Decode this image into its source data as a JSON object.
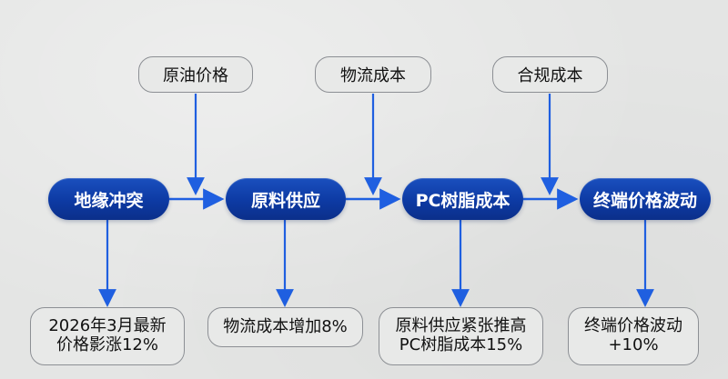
{
  "diagram": {
    "main_nodes": [
      {
        "label": "地缘冲突"
      },
      {
        "label": "原料供应"
      },
      {
        "label": "PC树脂成本"
      },
      {
        "label": "终端价格波动"
      }
    ],
    "inputs": [
      {
        "label": "原油价格"
      },
      {
        "label": "物流成本"
      },
      {
        "label": "合规成本"
      }
    ],
    "outputs": [
      {
        "line1": "2026年3月最新",
        "line2": "价格影涨12%"
      },
      {
        "line1": "物流成本增加8%",
        "line2": ""
      },
      {
        "line1": "原料供应紧张推高",
        "line2": "PC树脂成本15%"
      },
      {
        "line1": "终端价格波动",
        "line2": "+10%"
      }
    ],
    "colors": {
      "node_fill": "#0d3aa3",
      "arrow": "#1f5fe0",
      "box_border": "#8c8f94",
      "background": "#e4e5e4"
    }
  }
}
